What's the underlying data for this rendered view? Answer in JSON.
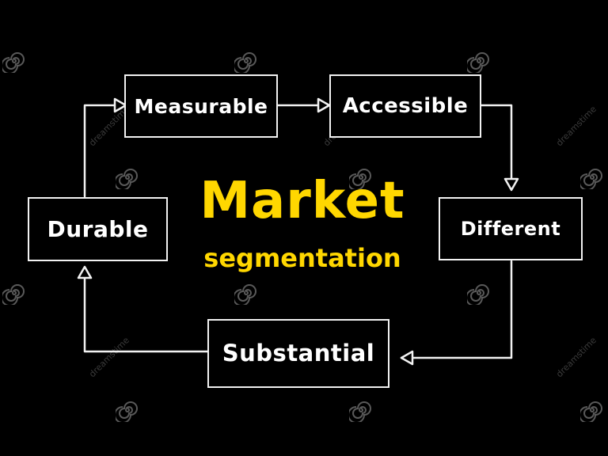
{
  "diagram": {
    "title": "Market",
    "subtitle": "segmentation",
    "nodes": {
      "measurable": "Measurable",
      "accessible": "Accessible",
      "different": "Different",
      "substantial": "Substantial",
      "durable": "Durable"
    }
  },
  "watermark": {
    "text": "dreamstime",
    "icon": "spiral-icon"
  },
  "colors": {
    "background": "#000000",
    "line": "#f2f2f2",
    "title": "#ffd700"
  }
}
